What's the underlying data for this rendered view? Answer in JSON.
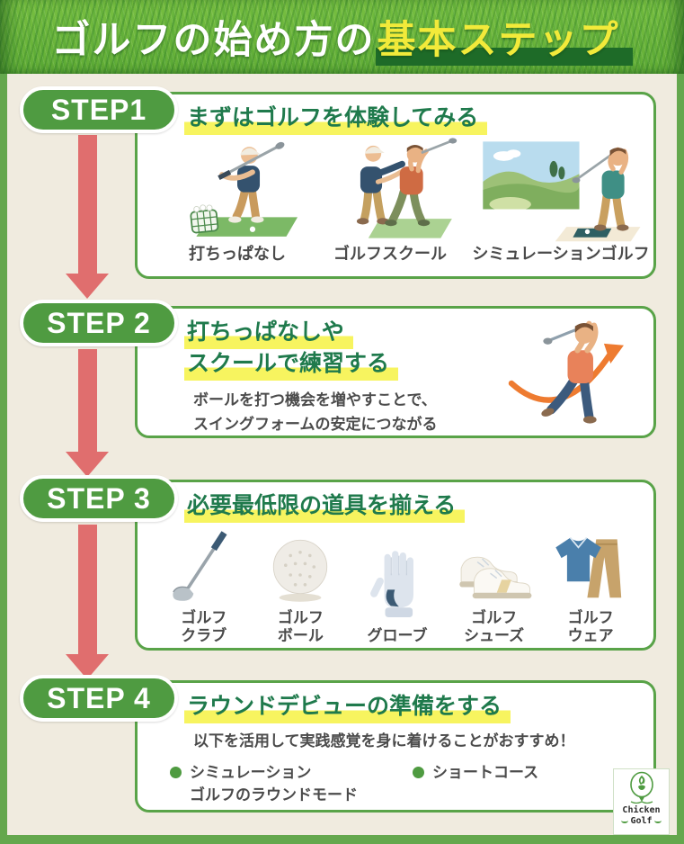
{
  "header": {
    "title_main": "ゴルフの始め方の",
    "title_accent": "基本ステップ"
  },
  "steps": [
    {
      "badge": "STEP1",
      "heading": "まずはゴルフを体験してみる",
      "items": [
        {
          "label": "打ちっぱなし",
          "icon": "driving-range-illustration"
        },
        {
          "label": "ゴルフスクール",
          "icon": "golf-school-illustration"
        },
        {
          "label": "シミュレーションゴルフ",
          "icon": "simulation-golf-illustration"
        }
      ]
    },
    {
      "badge": "STEP 2",
      "heading_lines": [
        "打ちっぱなしや",
        "スクールで練習する"
      ],
      "body": "ボールを打つ機会を増やすことで、\nスイングフォームの安定につながる"
    },
    {
      "badge": "STEP 3",
      "heading": "必要最低限の道具を揃える",
      "items": [
        {
          "label": "ゴルフ\nクラブ",
          "icon": "golf-club-icon"
        },
        {
          "label": "ゴルフ\nボール",
          "icon": "golf-ball-icon"
        },
        {
          "label": "グローブ",
          "icon": "glove-icon"
        },
        {
          "label": "ゴルフ\nシューズ",
          "icon": "golf-shoes-icon"
        },
        {
          "label": "ゴルフ\nウェア",
          "icon": "golf-wear-icon"
        }
      ]
    },
    {
      "badge": "STEP 4",
      "heading": "ラウンドデビューの準備をする",
      "body": "以下を活用して実践感覚を身に着けることがおすすめ！",
      "bullets": [
        {
          "label": "シミュレーション\nゴルフのラウンドモード"
        },
        {
          "label": "ショートコース"
        }
      ]
    }
  ],
  "logo": {
    "line1": "Chicken",
    "line2": "Golf"
  },
  "colors": {
    "green_main": "#4f9b41",
    "green_border": "#59a348",
    "green_frame": "#64a74d",
    "heading_green": "#1f7a4c",
    "highlight_yellow": "#f7f45f",
    "title_accent_yellow": "#f2ea3a",
    "title_bar_green": "#1e6b28",
    "arrow_red": "#e06e6e",
    "background_cream": "#f0ebdf",
    "text_gray": "#4b4b4b"
  }
}
